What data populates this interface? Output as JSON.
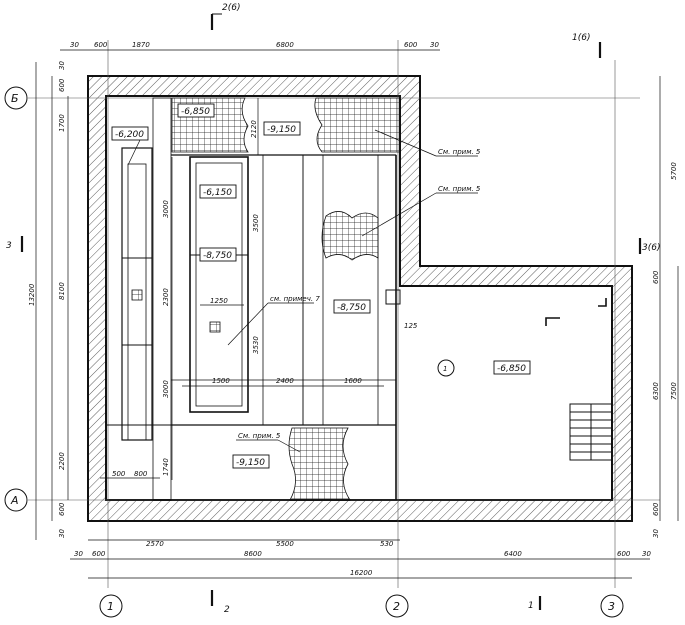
{
  "sections": {
    "top": "2(6)",
    "right_top": "1(6)",
    "right_mid": "3(6)",
    "left_mid": "3",
    "bottom_left": "2",
    "bottom_right": "1"
  },
  "grid_axes": {
    "axis_1": "1",
    "axis_2": "2",
    "axis_3": "3",
    "axis_A": "А",
    "axis_B": "Б"
  },
  "levels": {
    "l1": "-6,200",
    "l2": "-6,850",
    "l3": "-9,150",
    "l4": "-6,150",
    "l5": "-8,750",
    "l6": "-8,750",
    "l7": "-6,850",
    "l8": "-9,150"
  },
  "room": {
    "number": "1"
  },
  "notes": {
    "n1": "См. прим. 5",
    "n2": "См. прим. 5",
    "n3": "см. примеч. 7",
    "n4": "См. прим. 5"
  },
  "dims_top": {
    "d1": "30",
    "d2": "600",
    "d3": "1870",
    "d4": "6800",
    "d5": "600",
    "d6": "30"
  },
  "dims_bottom_1": {
    "d1": "2570",
    "d2": "5500",
    "d3": "530"
  },
  "dims_bottom_2": {
    "d1": "30",
    "d2": "600",
    "d3": "8600",
    "d4": "6400",
    "d5": "600",
    "d6": "30"
  },
  "dims_bottom_total": "16200",
  "dims_left": {
    "d30a": "30",
    "d600a": "600",
    "d1700": "1700",
    "d8100": "8100",
    "d13200": "13200",
    "d2200": "2200",
    "d600b": "600",
    "d30b": "30"
  },
  "dims_right": {
    "d5700": "5700",
    "d600": "600",
    "d6300": "6300",
    "d7500": "7500",
    "d600b": "600",
    "d30": "30"
  },
  "dims_inner": {
    "d2120": "2120",
    "d3000a": "3000",
    "d3500": "3500",
    "d2300": "2300",
    "d3000b": "3000",
    "d1250": "1250",
    "d3530": "3530",
    "d1500": "1500",
    "d2400": "2400",
    "d1600": "1600",
    "d500": "500",
    "d800": "800",
    "d1740": "1740",
    "d125": "125"
  }
}
